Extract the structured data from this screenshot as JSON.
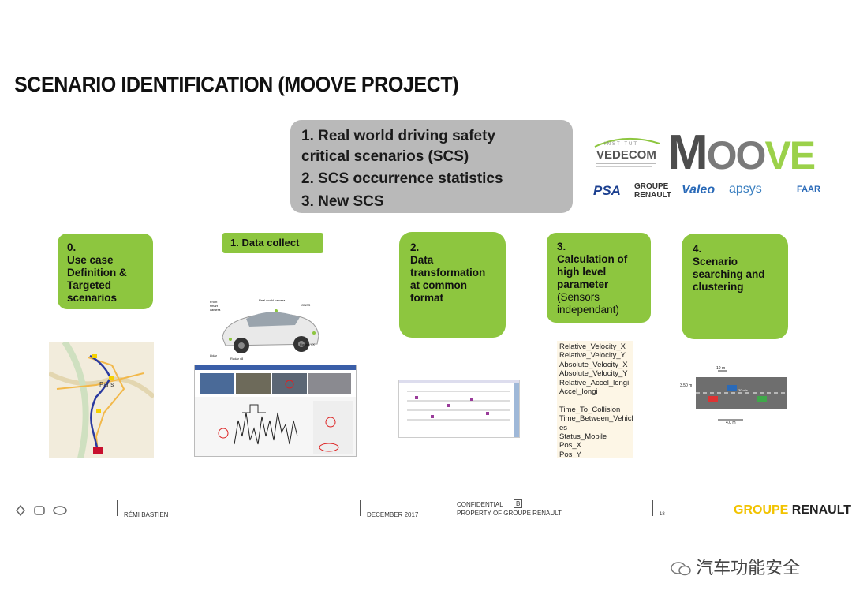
{
  "title": "SCENARIO IDENTIFICATION (MOOVE PROJECT)",
  "objectives": [
    "1. Real world driving safety",
    "critical scenarios (SCS)",
    "2. SCS occurrence statistics",
    "3. New SCS"
  ],
  "logos": {
    "vedecom_top": "INSTITUT",
    "vedecom": "VEDECOM",
    "moove_m": "M",
    "moove_rest": "OO",
    "moove_ve": "VE",
    "partners": [
      "PSA",
      "GROUPE RENAULT",
      "Valeo",
      "apsys",
      "FAAR"
    ]
  },
  "steps": {
    "s0": [
      "0.",
      "Use case",
      "Definition &",
      "Targeted",
      "scenarios"
    ],
    "s1": "1.  Data collect",
    "s2": [
      "2.",
      "Data",
      "transformation",
      "at common",
      "format"
    ],
    "s3": [
      "3.",
      "Calculation of",
      "high level",
      "parameter"
    ],
    "s3_note": [
      "(Sensors",
      "independant)"
    ],
    "s4": [
      "4.",
      "Scenario",
      "searching and",
      "clustering"
    ]
  },
  "map": {
    "city": "Paris"
  },
  "car_labels": [
    "Front smart camera",
    "Real world camera",
    "GNSS",
    "Radars 4X",
    "Lidar",
    "Radar x8"
  ],
  "scenario_labels": {
    "w": "3.50 m",
    "l": "4.0 m",
    "d": "10 m",
    "s": "30 m/s"
  },
  "parameters": [
    "Relative_Velocity_X",
    "Relative_Velocity_Y",
    "Absolute_Velocity_X",
    "Absolute_Velocity_Y",
    "Relative_Accel_longi",
    "Accel_longi",
    "....",
    "Time_To_Collision",
    "Time_Between_Vehicl",
    "es",
    "Status_Mobile",
    "Pos_X",
    "Pos_Y"
  ],
  "footer": {
    "author": "RÉMI BASTIEN",
    "date": "DECEMBER 2017",
    "confidential": "CONFIDENTIAL",
    "conf_code": "B",
    "property": "PROPERTY OF GROUPE RENAULT",
    "page": "18",
    "brand_a": "GROUPE ",
    "brand_b": "RENAULT"
  },
  "watermark": "汽车功能安全",
  "colors": {
    "step_green": "#8dc63f",
    "grey_box": "#b9b9b9",
    "brand_yellow": "#f2c300"
  }
}
